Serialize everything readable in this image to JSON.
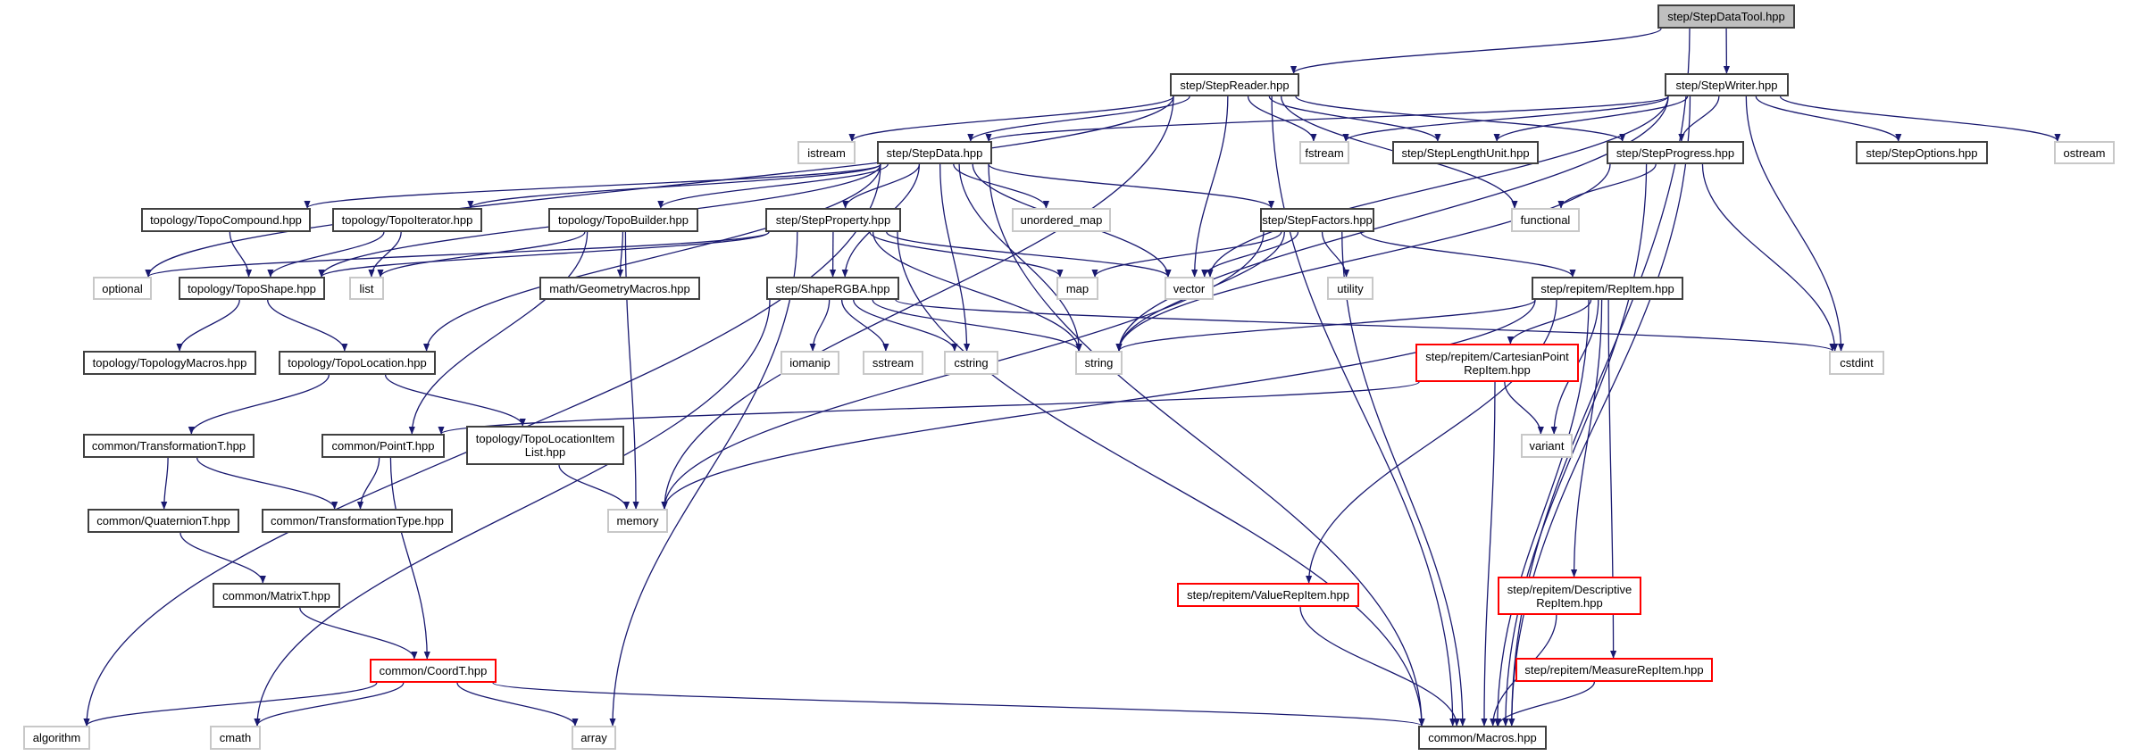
{
  "title": "step/StepDataTool.hpp include dependency graph",
  "colors": {
    "edge": "#191970",
    "root_fill": "#bfbfbf",
    "local_border": "#404040",
    "system_border": "#c8c8c8",
    "incomplete_border": "#ff0000"
  },
  "nodes": [
    {
      "id": "root",
      "label": "step/StepDataTool.hpp",
      "kind": "root"
    },
    {
      "id": "reader",
      "label": "step/StepReader.hpp",
      "kind": "local"
    },
    {
      "id": "writer",
      "label": "step/StepWriter.hpp",
      "kind": "local"
    },
    {
      "id": "istream",
      "label": "istream",
      "kind": "sys"
    },
    {
      "id": "data",
      "label": "step/StepData.hpp",
      "kind": "local"
    },
    {
      "id": "fstream",
      "label": "fstream",
      "kind": "sys"
    },
    {
      "id": "lenunit",
      "label": "step/StepLengthUnit.hpp",
      "kind": "local"
    },
    {
      "id": "progress",
      "label": "step/StepProgress.hpp",
      "kind": "local"
    },
    {
      "id": "options",
      "label": "step/StepOptions.hpp",
      "kind": "local"
    },
    {
      "id": "ostream",
      "label": "ostream",
      "kind": "sys"
    },
    {
      "id": "topocompound",
      "label": "topology/TopoCompound.hpp",
      "kind": "local"
    },
    {
      "id": "topoiter",
      "label": "topology/TopoIterator.hpp",
      "kind": "local"
    },
    {
      "id": "topobuilder",
      "label": "topology/TopoBuilder.hpp",
      "kind": "local"
    },
    {
      "id": "property",
      "label": "step/StepProperty.hpp",
      "kind": "local"
    },
    {
      "id": "unordered_map",
      "label": "unordered_map",
      "kind": "sys"
    },
    {
      "id": "factors",
      "label": "step/StepFactors.hpp",
      "kind": "local"
    },
    {
      "id": "functional",
      "label": "functional",
      "kind": "sys"
    },
    {
      "id": "optional",
      "label": "optional",
      "kind": "sys"
    },
    {
      "id": "toposhape",
      "label": "topology/TopoShape.hpp",
      "kind": "local"
    },
    {
      "id": "list",
      "label": "list",
      "kind": "sys"
    },
    {
      "id": "geommacros",
      "label": "math/GeometryMacros.hpp",
      "kind": "local"
    },
    {
      "id": "shapergba",
      "label": "step/ShapeRGBA.hpp",
      "kind": "local"
    },
    {
      "id": "map",
      "label": "map",
      "kind": "sys"
    },
    {
      "id": "vector",
      "label": "vector",
      "kind": "sys"
    },
    {
      "id": "utility",
      "label": "utility",
      "kind": "sys"
    },
    {
      "id": "repitem",
      "label": "step/repitem/RepItem.hpp",
      "kind": "local"
    },
    {
      "id": "topomacros",
      "label": "topology/TopologyMacros.hpp",
      "kind": "local"
    },
    {
      "id": "topolocation",
      "label": "topology/TopoLocation.hpp",
      "kind": "local"
    },
    {
      "id": "iomanip",
      "label": "iomanip",
      "kind": "sys"
    },
    {
      "id": "sstream",
      "label": "sstream",
      "kind": "sys"
    },
    {
      "id": "cstring",
      "label": "cstring",
      "kind": "sys"
    },
    {
      "id": "string",
      "label": "string",
      "kind": "sys"
    },
    {
      "id": "cstdint",
      "label": "cstdint",
      "kind": "sys"
    },
    {
      "id": "cartesian",
      "label": "step/repitem/CartesianPoint\nRepItem.hpp",
      "kind": "red"
    },
    {
      "id": "transformT",
      "label": "common/TransformationT.hpp",
      "kind": "local"
    },
    {
      "id": "pointT",
      "label": "common/PointT.hpp",
      "kind": "local"
    },
    {
      "id": "topolocitem",
      "label": "topology/TopoLocationItem\nList.hpp",
      "kind": "local"
    },
    {
      "id": "variant",
      "label": "variant",
      "kind": "sys"
    },
    {
      "id": "quaternionT",
      "label": "common/QuaternionT.hpp",
      "kind": "local"
    },
    {
      "id": "transformType",
      "label": "common/TransformationType.hpp",
      "kind": "local"
    },
    {
      "id": "memory",
      "label": "memory",
      "kind": "sys"
    },
    {
      "id": "matrixT",
      "label": "common/MatrixT.hpp",
      "kind": "local"
    },
    {
      "id": "valuerep",
      "label": "step/repitem/ValueRepItem.hpp",
      "kind": "red"
    },
    {
      "id": "descrep",
      "label": "step/repitem/Descriptive\nRepItem.hpp",
      "kind": "red"
    },
    {
      "id": "coordT",
      "label": "common/CoordT.hpp",
      "kind": "red"
    },
    {
      "id": "measurerep",
      "label": "step/repitem/MeasureRepItem.hpp",
      "kind": "red"
    },
    {
      "id": "algorithm",
      "label": "algorithm",
      "kind": "sys"
    },
    {
      "id": "cmath",
      "label": "cmath",
      "kind": "sys"
    },
    {
      "id": "array",
      "label": "array",
      "kind": "sys"
    },
    {
      "id": "macros",
      "label": "common/Macros.hpp",
      "kind": "local"
    }
  ],
  "edges": [
    [
      "root",
      "reader"
    ],
    [
      "root",
      "writer"
    ],
    [
      "root",
      "macros"
    ],
    [
      "reader",
      "istream"
    ],
    [
      "reader",
      "data"
    ],
    [
      "reader",
      "fstream"
    ],
    [
      "reader",
      "lenunit"
    ],
    [
      "reader",
      "progress"
    ],
    [
      "reader",
      "vector"
    ],
    [
      "reader",
      "functional"
    ],
    [
      "reader",
      "memory"
    ],
    [
      "reader",
      "optional"
    ],
    [
      "reader",
      "macros"
    ],
    [
      "writer",
      "data"
    ],
    [
      "writer",
      "fstream"
    ],
    [
      "writer",
      "lenunit"
    ],
    [
      "writer",
      "progress"
    ],
    [
      "writer",
      "options"
    ],
    [
      "writer",
      "ostream"
    ],
    [
      "writer",
      "vector"
    ],
    [
      "writer",
      "string"
    ],
    [
      "writer",
      "cstdint"
    ],
    [
      "writer",
      "macros"
    ],
    [
      "data",
      "topocompound"
    ],
    [
      "data",
      "topoiter"
    ],
    [
      "data",
      "topobuilder"
    ],
    [
      "data",
      "property"
    ],
    [
      "data",
      "unordered_map"
    ],
    [
      "data",
      "factors"
    ],
    [
      "data",
      "shapergba"
    ],
    [
      "data",
      "toposhape"
    ],
    [
      "data",
      "topolocation"
    ],
    [
      "data",
      "vector"
    ],
    [
      "data",
      "string"
    ],
    [
      "data",
      "cstring"
    ],
    [
      "data",
      "algorithm"
    ],
    [
      "data",
      "macros"
    ],
    [
      "progress",
      "functional"
    ],
    [
      "progress",
      "string"
    ],
    [
      "progress",
      "cstdint"
    ],
    [
      "progress",
      "macros"
    ],
    [
      "topocompound",
      "toposhape"
    ],
    [
      "topoiter",
      "toposhape"
    ],
    [
      "topoiter",
      "list"
    ],
    [
      "topobuilder",
      "geommacros"
    ],
    [
      "topobuilder",
      "list"
    ],
    [
      "topobuilder",
      "pointT"
    ],
    [
      "topobuilder",
      "memory"
    ],
    [
      "property",
      "shapergba"
    ],
    [
      "property",
      "toposhape"
    ],
    [
      "property",
      "optional"
    ],
    [
      "property",
      "map"
    ],
    [
      "property",
      "vector"
    ],
    [
      "property",
      "string"
    ],
    [
      "property",
      "array"
    ],
    [
      "property",
      "macros"
    ],
    [
      "factors",
      "map"
    ],
    [
      "factors",
      "vector"
    ],
    [
      "factors",
      "string"
    ],
    [
      "factors",
      "utility"
    ],
    [
      "factors",
      "repitem"
    ],
    [
      "factors",
      "memory"
    ],
    [
      "factors",
      "macros"
    ],
    [
      "toposhape",
      "topomacros"
    ],
    [
      "toposhape",
      "topolocation"
    ],
    [
      "shapergba",
      "iomanip"
    ],
    [
      "shapergba",
      "sstream"
    ],
    [
      "shapergba",
      "cstring"
    ],
    [
      "shapergba",
      "string"
    ],
    [
      "shapergba",
      "cstdint"
    ],
    [
      "shapergba",
      "cmath"
    ],
    [
      "repitem",
      "cartesian"
    ],
    [
      "repitem",
      "variant"
    ],
    [
      "repitem",
      "valuerep"
    ],
    [
      "repitem",
      "descrep"
    ],
    [
      "repitem",
      "measurerep"
    ],
    [
      "repitem",
      "string"
    ],
    [
      "repitem",
      "memory"
    ],
    [
      "repitem",
      "macros"
    ],
    [
      "topolocation",
      "transformT"
    ],
    [
      "topolocation",
      "topolocitem"
    ],
    [
      "cartesian",
      "pointT"
    ],
    [
      "cartesian",
      "variant"
    ],
    [
      "cartesian",
      "macros"
    ],
    [
      "transformT",
      "quaternionT"
    ],
    [
      "transformT",
      "transformType"
    ],
    [
      "pointT",
      "transformType"
    ],
    [
      "pointT",
      "coordT"
    ],
    [
      "topolocitem",
      "memory"
    ],
    [
      "quaternionT",
      "matrixT"
    ],
    [
      "matrixT",
      "coordT"
    ],
    [
      "valuerep",
      "macros"
    ],
    [
      "descrep",
      "macros"
    ],
    [
      "measurerep",
      "macros"
    ],
    [
      "coordT",
      "algorithm"
    ],
    [
      "coordT",
      "cmath"
    ],
    [
      "coordT",
      "array"
    ],
    [
      "coordT",
      "macros"
    ]
  ]
}
